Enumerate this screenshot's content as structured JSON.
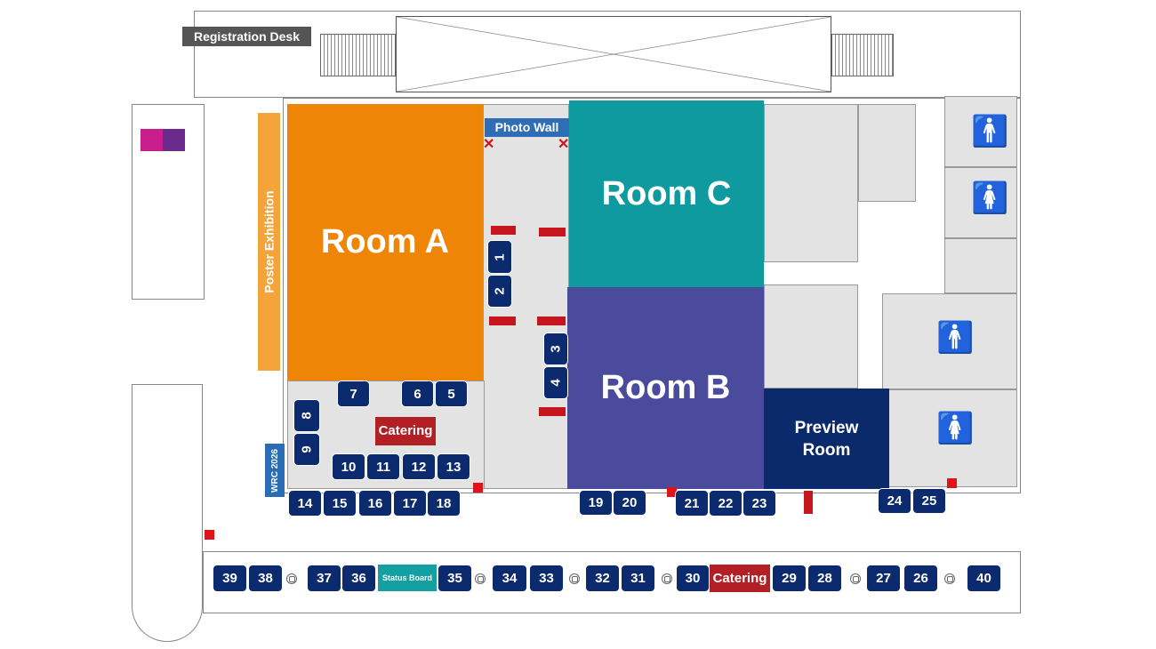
{
  "labels": {
    "registration": "Registration Desk",
    "photo_wall": "Photo Wall",
    "poster": "Poster Exhibition",
    "wrc": "WRC 2026",
    "status_board": "Status Board",
    "catering": "Catering"
  },
  "rooms": {
    "a": "Room A",
    "b": "Room B",
    "c": "Room C",
    "preview": "Preview Room"
  },
  "booths": [
    "1",
    "2",
    "3",
    "4",
    "5",
    "6",
    "7",
    "8",
    "9",
    "10",
    "11",
    "12",
    "13",
    "14",
    "15",
    "16",
    "17",
    "18",
    "19",
    "20",
    "21",
    "22",
    "23",
    "24",
    "25",
    "26",
    "27",
    "28",
    "29",
    "30",
    "31",
    "32",
    "33",
    "34",
    "35",
    "36",
    "37",
    "38",
    "39",
    "40"
  ],
  "colors": {
    "room_a": "#ef8506",
    "room_b": "#4b4b9d",
    "room_c": "#0f9aa0",
    "preview": "#0b2a6b",
    "booth": "#0c2b6e",
    "catering": "#b21f24",
    "status_board": "#14a0a0"
  }
}
